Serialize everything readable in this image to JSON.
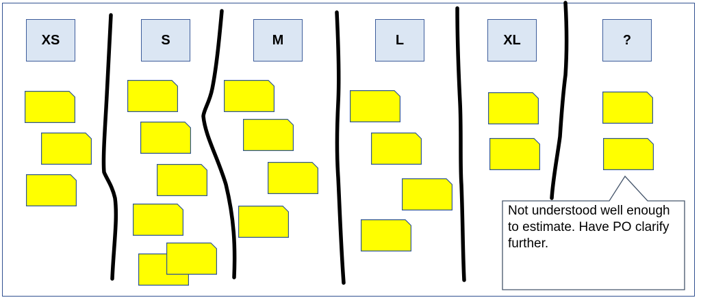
{
  "columns": [
    {
      "label": "XS"
    },
    {
      "label": "S"
    },
    {
      "label": "M"
    },
    {
      "label": "L"
    },
    {
      "label": "XL"
    },
    {
      "label": "?"
    }
  ],
  "colors": {
    "card_fill": "#ffff00",
    "card_border": "#2e5597",
    "header_fill": "#dbe6f3",
    "header_border": "#3b5b9a",
    "divider": "#000000",
    "frame": "#2f4f8f"
  },
  "callout": {
    "text": "Not understood well enough to estimate. Have PO clarify further."
  }
}
